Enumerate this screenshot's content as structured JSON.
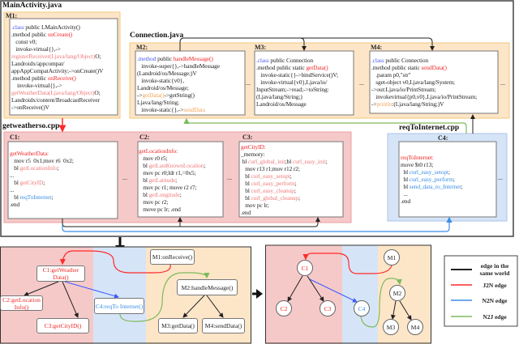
{
  "colors": {
    "k": "#4b5cf0",
    "r": "#f02828",
    "p": "#f07a7a",
    "o": "#f5a55a",
    "b": "#3a8ee8",
    "d": "#222222",
    "java_bg": "#fde5c8",
    "java_border": "#f2c97c",
    "native_bg": "#f6c9c9",
    "native_border": "#e8a0a0",
    "net_bg": "#d6e4f7",
    "net_border": "#a9c4ea",
    "edge_same": "#222222",
    "edge_j2n": "#ff2a2a",
    "edge_n2n": "#3a5cff",
    "edge_n2j": "#7dbb5c"
  },
  "files": {
    "main": "MainActivity.java",
    "connection": "Connection.java",
    "weather": "getweatherso.cpp",
    "req": "reqToInternet.cpp"
  },
  "ellipsis": "...",
  "blocks": {
    "M1": {
      "label": "M1:",
      "lines": [
        [
          [
            ".class",
            "k"
          ],
          [
            " public LMainActivity()",
            "d"
          ]
        ],
        [
          [
            ".method public ",
            "d"
          ],
          [
            "onCreate()",
            "r"
          ]
        ],
        [
          [
            "   const v0;",
            "d"
          ]
        ],
        [
          [
            "   invoke-virtual{},->",
            "d"
          ]
        ],
        [
          [
            "registerReceiver(Ljava/lang/Object)",
            "p"
          ],
          [
            "O;",
            "d"
          ]
        ],
        [
          [
            "Landroidx/appcompat/",
            "d"
          ]
        ],
        [
          [
            "appAppCompatActivity;->onCreate()V",
            "d"
          ]
        ],
        [
          [
            ".method public ",
            "d"
          ],
          [
            "onReceive()",
            "r"
          ]
        ],
        [
          [
            "    invoke-virtual{},->",
            "d"
          ]
        ],
        [
          [
            "getWeatherData(Ljava/lang/Object)",
            "p"
          ],
          [
            "O;",
            "d"
          ]
        ],
        [
          [
            "Landroidx/content/BroadcastReceiver",
            "d"
          ]
        ],
        [
          [
            "->onReceive()V",
            "d"
          ]
        ]
      ]
    },
    "M2": {
      "label": "M2:",
      "lines": [
        [
          [
            ".method",
            "k"
          ],
          [
            " public ",
            "d"
          ],
          [
            "handleMessage()",
            "r"
          ]
        ],
        [
          [
            "   invoke-super{},->handleMessage",
            "d"
          ]
        ],
        [
          [
            "(Landroid/os/Message;)V",
            "d"
          ]
        ],
        [
          [
            "   invoke-static{v0},",
            "d"
          ]
        ],
        [
          [
            "Landroid/os/Message;",
            "d"
          ]
        ],
        [
          [
            "->",
            "d"
          ],
          [
            "getData()",
            "o"
          ],
          [
            "->getString()",
            "d"
          ]
        ],
        [
          [
            "Ljava/lang/String;",
            "d"
          ]
        ],
        [
          [
            "   invoke-static{},->",
            "d"
          ],
          [
            "sendData",
            "o"
          ]
        ]
      ]
    },
    "M3": {
      "label": "M3:",
      "lines": [
        [
          [
            ".class",
            "k"
          ],
          [
            " public Connection",
            "d"
          ]
        ],
        [
          [
            ".method public static ",
            "d"
          ],
          [
            "getData()",
            "r"
          ]
        ],
        [
          [
            "   invoke-static{}->bindService()V;",
            "d"
          ]
        ],
        [
          [
            "   invoke-virtual{v0},Ljava/io/",
            "d"
          ]
        ],
        [
          [
            "InputStream;->read;->toString:",
            "d"
          ]
        ],
        [
          [
            "(Ljava/lang/String;)",
            "d"
          ]
        ],
        [
          [
            "Landroid/os/Message",
            "d"
          ]
        ]
      ]
    },
    "M4": {
      "label": "M4:",
      "lines": [
        [
          [
            ".class",
            "k"
          ],
          [
            " public Connection",
            "d"
          ]
        ],
        [
          [
            ".method public static ",
            "d"
          ],
          [
            "sendData()",
            "r"
          ]
        ],
        [
          [
            "   .param p0,\"str\"",
            "d"
          ]
        ],
        [
          [
            "   sget-object v0,Ljava/lang/System;",
            "d"
          ]
        ],
        [
          [
            "->out:Ljava/io/PrintStream;",
            "d"
          ]
        ],
        [
          [
            "   invokevirtual{p0,v0},Ljava/io/PrintStream;",
            "d"
          ]
        ],
        [
          [
            "->",
            "d"
          ],
          [
            "println",
            "o"
          ],
          [
            ":(Ljava/lang/String;)V",
            "d"
          ]
        ]
      ]
    },
    "C1": {
      "label": "C1:",
      "lines": [
        [
          [
            "getWeatherData:",
            "r"
          ]
        ],
        [
          [
            "   mov r5  0x1;mov r6  0x2;",
            "d"
          ]
        ],
        [
          [
            "   bl ",
            "d"
          ],
          [
            "getLocationInfo",
            "p"
          ],
          [
            ";",
            "d"
          ]
        ],
        [
          [
            "...",
            "d"
          ]
        ],
        [
          [
            "   bl ",
            "d"
          ],
          [
            "getCityID",
            "p"
          ],
          [
            ";",
            "d"
          ]
        ],
        [
          [
            "...",
            "d"
          ]
        ],
        [
          [
            "   bl ",
            "d"
          ],
          [
            "reqToInternet",
            "b"
          ],
          [
            ";",
            "d"
          ]
        ],
        [
          [
            ".end",
            "d"
          ]
        ]
      ]
    },
    "C2": {
      "label": "C2:",
      "lines": [
        [
          [
            "getLocationInfo:",
            "r"
          ]
        ],
        [
          [
            "   mov r0 r5;",
            "d"
          ]
        ],
        [
          [
            "   bl ",
            "d"
          ],
          [
            "getLastKnownLocation",
            "p"
          ],
          [
            ";",
            "d"
          ]
        ],
        [
          [
            "   mov pc r0;ldr r1,=0x5;",
            "d"
          ]
        ],
        [
          [
            "   bl ",
            "d"
          ],
          [
            "getLatitude",
            "p"
          ],
          [
            ";",
            "d"
          ]
        ],
        [
          [
            "   mov pc r1; move r2 r7;",
            "d"
          ]
        ],
        [
          [
            "   bl ",
            "d"
          ],
          [
            "getLongitude",
            "p"
          ],
          [
            ";",
            "d"
          ]
        ],
        [
          [
            "   mov pc r2;",
            "d"
          ]
        ],
        [
          [
            "   move pc lr; .end",
            "d"
          ]
        ]
      ]
    },
    "C3": {
      "label": "C3:",
      "lines": [
        [
          [
            "getCityID:",
            "r"
          ]
        ],
        [
          [
            "_memory:",
            "d"
          ]
        ],
        [
          [
            " bl ",
            "d"
          ],
          [
            "curl_global_init",
            "p"
          ],
          [
            ";bl ",
            "d"
          ],
          [
            "curl_easy_init",
            "p"
          ],
          [
            ";",
            "d"
          ]
        ],
        [
          [
            "   mov r13 r1;mov r12 r2;",
            "d"
          ]
        ],
        [
          [
            "   bl ",
            "d"
          ],
          [
            "curl_easy_setopt",
            "p"
          ],
          [
            ";",
            "d"
          ]
        ],
        [
          [
            "   bl ",
            "d"
          ],
          [
            "curl_easy_perform",
            "p"
          ],
          [
            ";",
            "d"
          ]
        ],
        [
          [
            "   bl ",
            "d"
          ],
          [
            "curl_easy_cleanup",
            "p"
          ],
          [
            ";",
            "d"
          ]
        ],
        [
          [
            "   bl ",
            "d"
          ],
          [
            "curl_global_cleanup",
            "p"
          ],
          [
            ";",
            "d"
          ]
        ],
        [
          [
            "   mov pc lr;",
            "d"
          ]
        ],
        [
          [
            ".end",
            "d"
          ]
        ]
      ]
    },
    "C4": {
      "label": "C4:",
      "lines": [
        [
          [
            "reqToInternet:",
            "r"
          ]
        ],
        [
          [
            "move $t0 r13;",
            "d"
          ]
        ],
        [
          [
            "  bl ",
            "d"
          ],
          [
            "curl_easy_setopt",
            "b"
          ],
          [
            ";",
            "d"
          ]
        ],
        [
          [
            "  bl ",
            "d"
          ],
          [
            "curl_easy_perform",
            "b"
          ],
          [
            ";",
            "d"
          ]
        ],
        [
          [
            "  bl ",
            "d"
          ],
          [
            "send_data_to_Internet",
            "b"
          ],
          [
            ";",
            "d"
          ]
        ],
        [
          [
            "  ...",
            "d"
          ]
        ],
        [
          [
            ".end",
            "d"
          ]
        ]
      ]
    }
  },
  "graph_nodes": {
    "C1": "C1:getWeather Data()",
    "C2": "C2:getLocation Info()",
    "C3": "C3:getCityID()",
    "C4": "C4:reqTo Internet()",
    "M1": "M1:onReceive()",
    "M2": "M2:handleMessage()",
    "M3": "M3:getData()",
    "M4": "M4:sendData()"
  },
  "abstract_nodes": {
    "C1": "C1",
    "C2": "C2",
    "C3": "C3",
    "C4": "C4",
    "M1": "M1",
    "M2": "M2",
    "M3": "M3",
    "M4": "M4"
  },
  "legend": [
    {
      "label": "edge in the same world",
      "color": "#222222"
    },
    {
      "label": "J2N edge",
      "color": "#ff2a2a"
    },
    {
      "label": "N2N edge",
      "color": "#3a8ee8"
    },
    {
      "label": "N2J edge",
      "color": "#7dbb5c"
    }
  ]
}
